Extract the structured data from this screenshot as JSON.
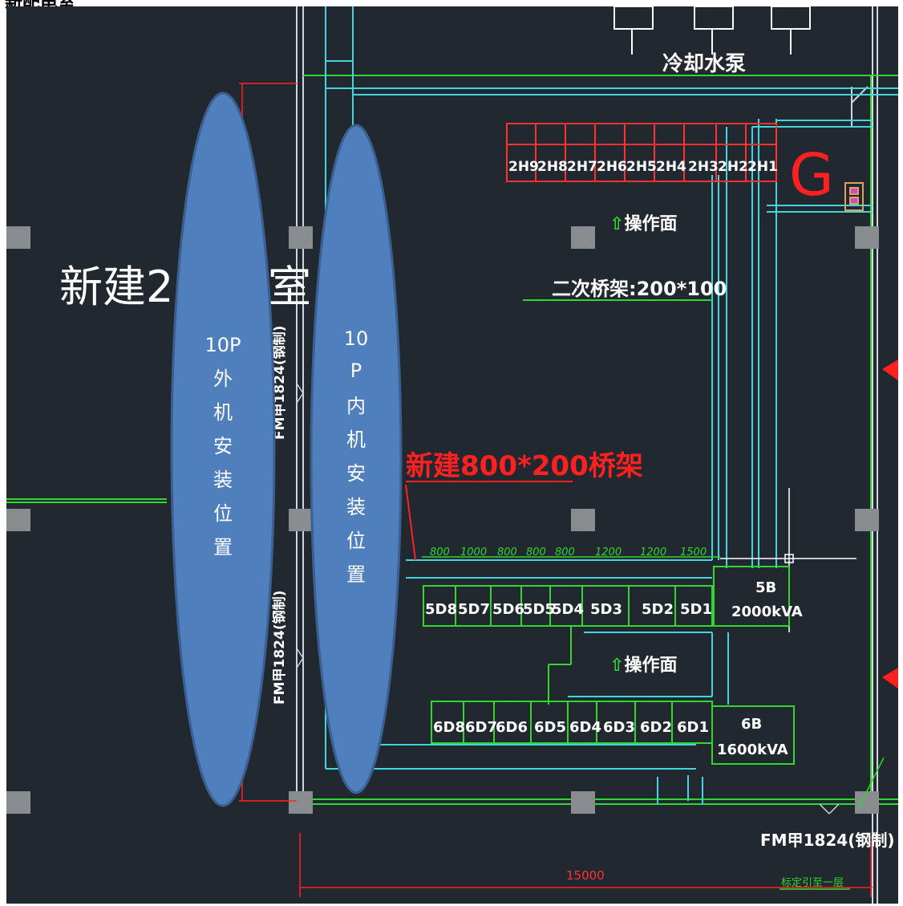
{
  "header": {
    "title": "新配电室"
  },
  "drawing": {
    "cooling_pump_label": "冷却水泵",
    "room_title_start": "新建2#",
    "room_title_end": "室",
    "panels_row1": [
      "2H9",
      "2H8",
      "2H7",
      "2H6",
      "2H5",
      "2H4",
      "2H3",
      "2H2",
      "2H1"
    ],
    "g_marker": "G",
    "operation_face_label": "操作面",
    "secondary_tray_label": "二次桥架:200*100",
    "new_tray_label": "新建800*200桥架",
    "dimension_spacings": [
      "800",
      "1000",
      "800",
      "800",
      "800",
      "1200",
      "1200",
      "1500"
    ],
    "panels_5d": [
      "5D8",
      "5D7",
      "5D6",
      "5D5",
      "5D4",
      "5D3",
      "5D2",
      "5D1"
    ],
    "transformer_5b": {
      "name": "5B",
      "rating": "2000kVA"
    },
    "panels_6d": [
      "6D8",
      "6D7",
      "6D6",
      "6D5",
      "6D4",
      "6D3",
      "6D2",
      "6D1"
    ],
    "transformer_6b": {
      "name": "6B",
      "rating": "1600kVA"
    },
    "fire_door_left": "FM甲1824(钢制)",
    "fire_door_bottom": "FM甲1824(钢制)",
    "total_dimension": "15000",
    "bottom_note": "标定引至一层"
  },
  "annotations": {
    "outdoor_unit": {
      "lines": [
        "10P",
        "外",
        "机",
        "安",
        "装",
        "位",
        "置"
      ],
      "fill": "#4f7fbd"
    },
    "indoor_unit": {
      "lines": [
        "10",
        "P",
        "内",
        "机",
        "安",
        "装",
        "位",
        "置"
      ],
      "fill": "#4f7fbd"
    }
  },
  "colors": {
    "background": "#212830",
    "cyan": "#3fd6e0",
    "green": "#2fd72f",
    "red": "#ff2020",
    "white": "#ffffff"
  }
}
